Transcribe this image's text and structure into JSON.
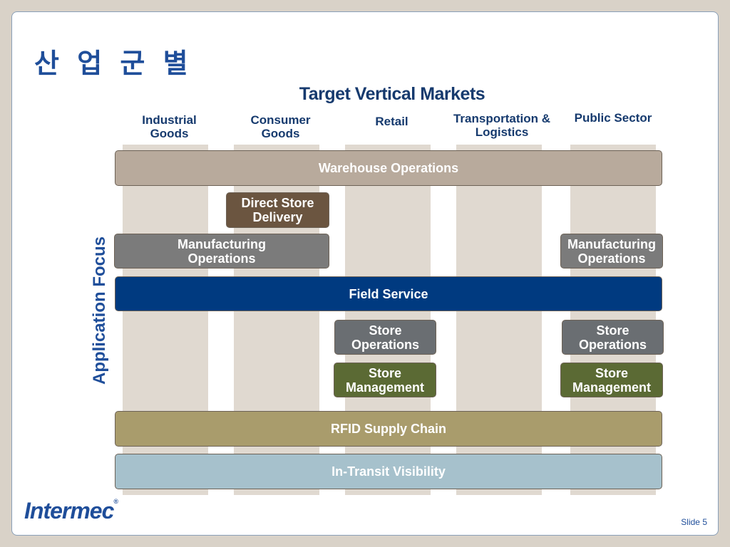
{
  "title": "산 업 군 별",
  "subtitle": "Target Vertical Markets",
  "columns": [
    {
      "line1": "Industrial",
      "line2": "Goods"
    },
    {
      "line1": "Consumer",
      "line2": "Goods"
    },
    {
      "line1": "Retail",
      "line2": ""
    },
    {
      "line1": "Transportation &",
      "line2": "Logistics"
    },
    {
      "line1": "Public Sector",
      "line2": ""
    }
  ],
  "axis_label": "Application Focus",
  "bars": {
    "warehouse": {
      "label": "Warehouse Operations",
      "color": "#b8aa9c"
    },
    "dsd": {
      "line1": "Direct Store",
      "line2": "Delivery",
      "color": "#6b5540"
    },
    "mfg_left": {
      "line1": "Manufacturing",
      "line2": "Operations",
      "color": "#7b7b7b"
    },
    "mfg_right": {
      "line1": "Manufacturing",
      "line2": "Operations",
      "color": "#7b7b7b"
    },
    "field_service": {
      "label": "Field Service",
      "color": "#003a80"
    },
    "store_ops_retail": {
      "line1": "Store",
      "line2": "Operations",
      "color": "#6a6e72"
    },
    "store_ops_public": {
      "line1": "Store",
      "line2": "Operations",
      "color": "#6a6e72"
    },
    "store_mgmt_retail": {
      "line1": "Store",
      "line2": "Management",
      "color": "#5b6a34"
    },
    "store_mgmt_public": {
      "line1": "Store",
      "line2": "Management",
      "color": "#5b6a34"
    },
    "rfid": {
      "label": "RFID Supply Chain",
      "color": "#a99c6c"
    },
    "transit": {
      "label": "In-Transit Visibility",
      "color": "#a6c1cc"
    }
  },
  "logo": {
    "text": "Intermec",
    "mark": "®"
  },
  "slide_number": "Slide 5"
}
